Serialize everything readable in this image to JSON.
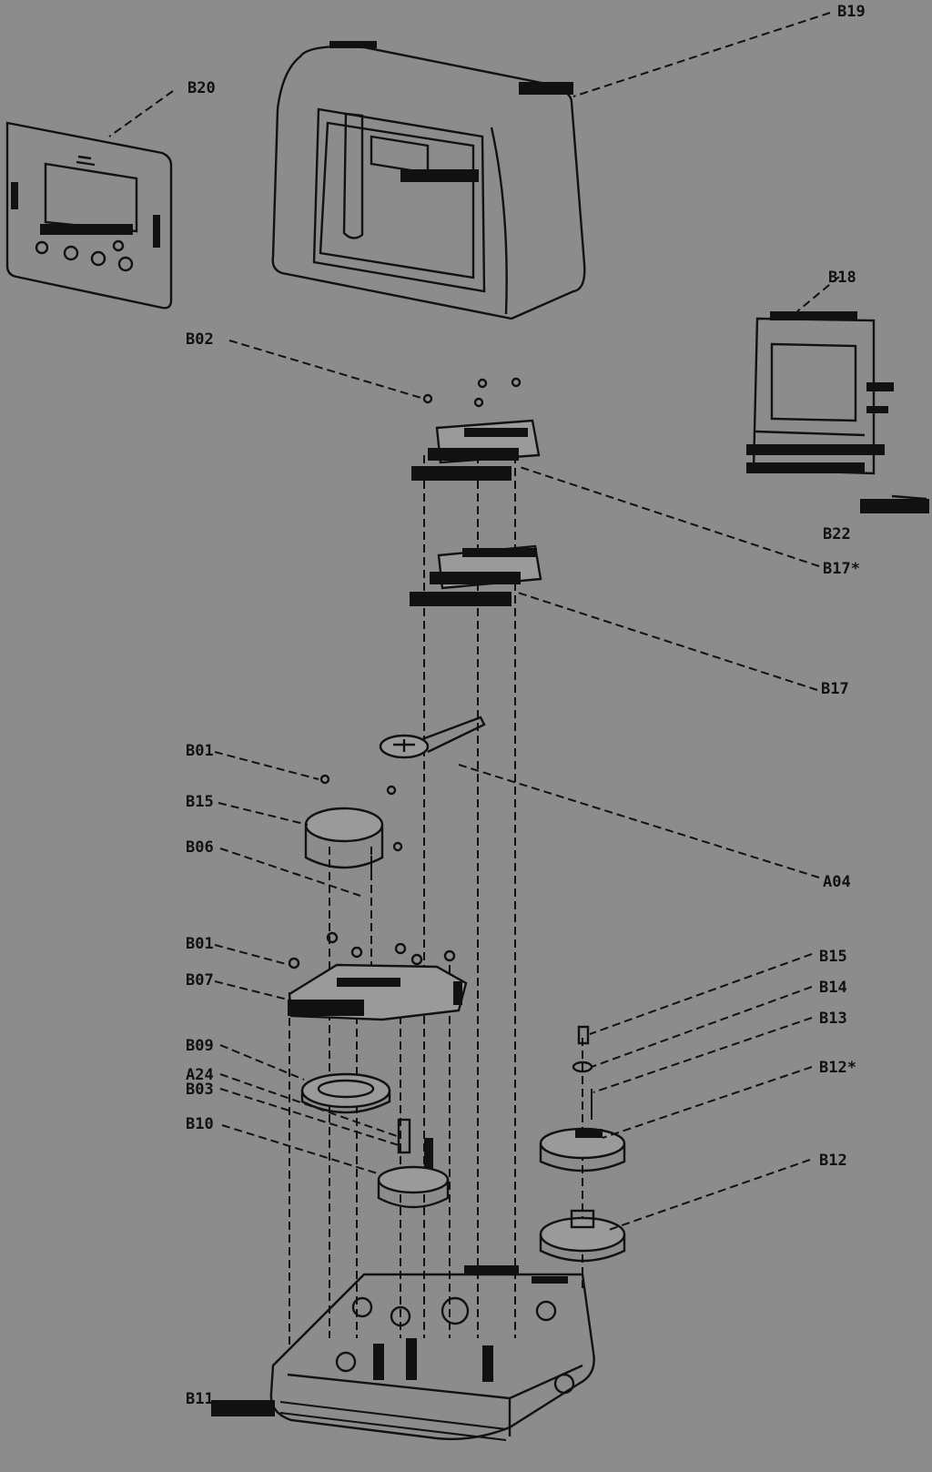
{
  "title": "",
  "parts": {
    "b19": "B19",
    "b20": "B20",
    "b18": "B18",
    "b02": "B02",
    "b22": "B22",
    "b17star": "B17*",
    "b17": "B17",
    "b01a": "B01",
    "b15a": "B15",
    "b06": "B06",
    "a04": "A04",
    "b01b": "B01",
    "b07": "B07",
    "b15b": "B15",
    "b14": "B14",
    "b13": "B13",
    "b09": "B09",
    "a24": "A24",
    "b03": "B03",
    "b12star": "B12*",
    "b10": "B10",
    "b12": "B12",
    "b11": "B11"
  }
}
